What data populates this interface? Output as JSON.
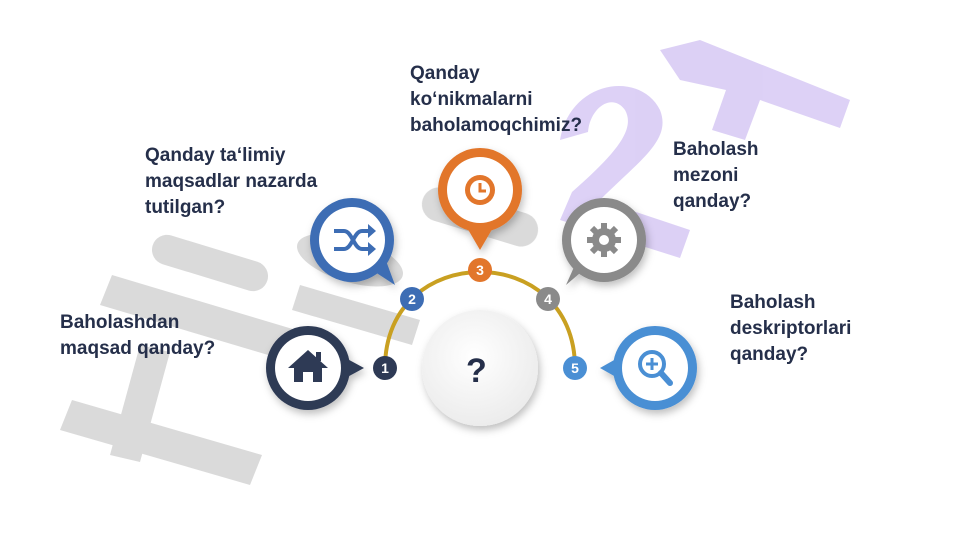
{
  "questions": {
    "q1": "Baholashdan\nmaqsad qanday?",
    "q2": "Qanday taʻlimiy\nmaqsadlar nazarda\ntutilgan?",
    "q3": "Qanday\nkoʻnikmalarni\nbaholamoqchimiz?",
    "q4": "Baholash\nmezoni\nqanday?",
    "q5": "Baholash\ndeskriptorlari\nqanday?"
  },
  "center_mark": "?",
  "steps": [
    {
      "number": "1",
      "icon": "home-icon",
      "color": "#2e3a55"
    },
    {
      "number": "2",
      "icon": "shuffle-icon",
      "color": "#3d6db4"
    },
    {
      "number": "3",
      "icon": "clock-icon",
      "color": "#e2762b"
    },
    {
      "number": "4",
      "icon": "gear-icon",
      "color": "#8a8a8a"
    },
    {
      "number": "5",
      "icon": "zoom-in-icon",
      "color": "#4a8fd4"
    }
  ],
  "watermark": "HiDIS 24",
  "colors": {
    "text": "#252f4a",
    "arc": "#c9a021"
  }
}
